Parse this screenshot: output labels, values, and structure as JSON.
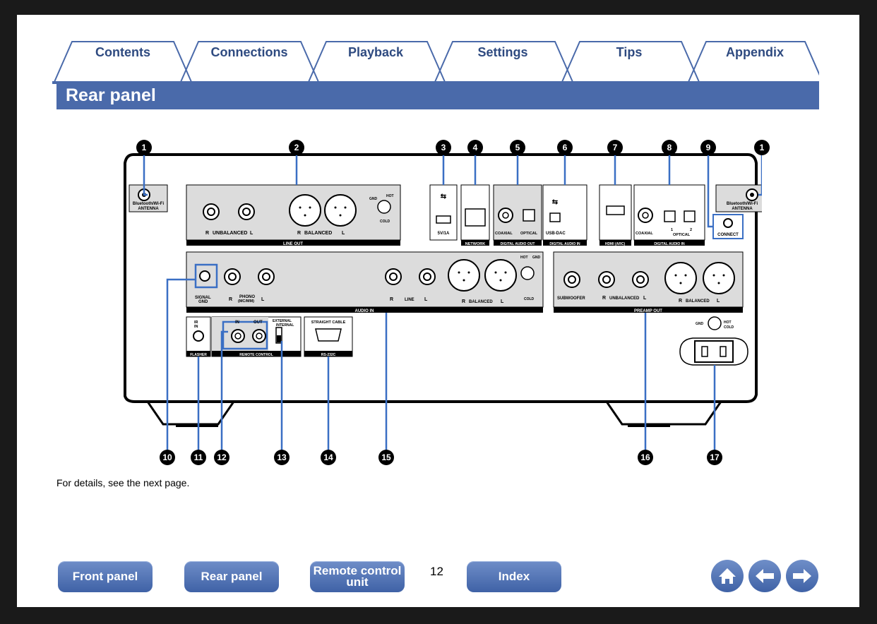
{
  "tabs": [
    {
      "label": "Contents"
    },
    {
      "label": "Connections"
    },
    {
      "label": "Playback"
    },
    {
      "label": "Settings"
    },
    {
      "label": "Tips"
    },
    {
      "label": "Appendix"
    }
  ],
  "title": "Rear panel",
  "panel_labels": {
    "antenna": "Bluetooth/Wi-Fi",
    "antenna2": "ANTENNA",
    "line_out": "LINE OUT",
    "unbalanced": "UNBALANCED",
    "balanced": "BALANCED",
    "gnd": "GND",
    "hot": "HOT",
    "cold": "COLD",
    "usb_rating": "5V/1A",
    "network": "NETWORK",
    "coaxial": "COAXIAL",
    "optical": "OPTICAL",
    "digital_audio_out": "DIGITAL AUDIO OUT",
    "usb_dac": "USB-DAC",
    "digital_audio_in": "DIGITAL AUDIO IN",
    "hdmi": "HDMI (ARC)",
    "connect": "CONNECT",
    "signal": "SIGNAL",
    "signal_gnd": "GND",
    "phono": "PHONO",
    "phono_type": "(MC/MM)",
    "line": "LINE",
    "audio_in": "AUDIO IN",
    "subwoofer": "SUBWOOFER",
    "preamp_out": "PREAMP OUT",
    "ir": "IR",
    "in": "IN",
    "flasher": "FLASHER",
    "out": "OUT",
    "external": "EXTERNAL",
    "internal": "INTERNAL",
    "remote_control": "REMOTE CONTROL",
    "straight_cable": "STRAIGHT CABLE",
    "rs232c": "RS-232C",
    "r": "R",
    "l": "L",
    "opt1": "1",
    "opt2": "2"
  },
  "callouts": [
    "1",
    "2",
    "3",
    "4",
    "5",
    "6",
    "7",
    "8",
    "9",
    "1",
    "10",
    "11",
    "12",
    "13",
    "14",
    "15",
    "16",
    "17"
  ],
  "note": "For details, see the next page.",
  "nav": {
    "front_panel": "Front panel",
    "rear_panel": "Rear panel",
    "remote_line1": "Remote control",
    "remote_line2": "unit",
    "page_number": "12",
    "index": "Index"
  },
  "icons": {
    "home": "home-icon",
    "back": "arrow-left-icon",
    "forward": "arrow-right-icon"
  },
  "colors": {
    "accent": "#4a6aaa",
    "tab_text": "#2e4a80",
    "panel_gray": "#dcdcdc",
    "highlight": "#3a6fc4"
  }
}
